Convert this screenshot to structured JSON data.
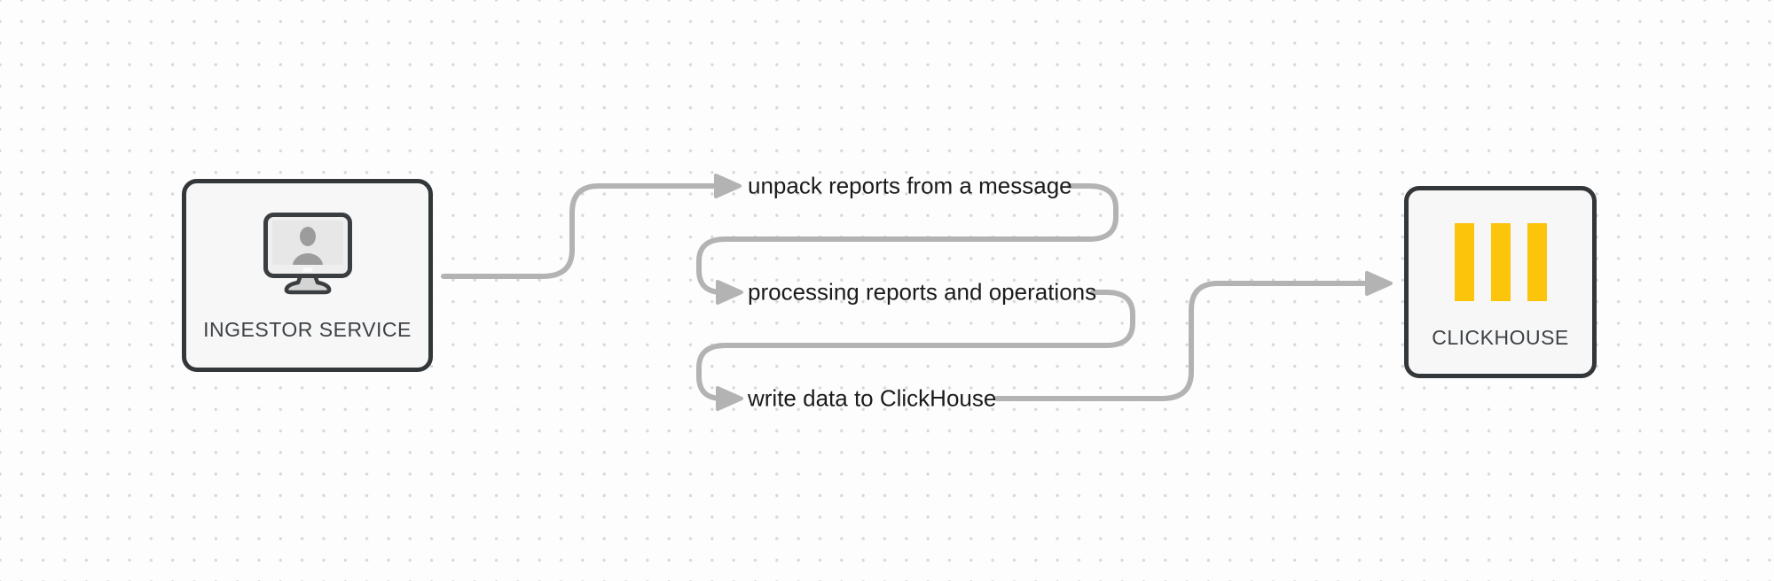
{
  "diagram": {
    "nodes": {
      "ingestor": {
        "label": "INGESTOR SERVICE",
        "icon": "monitor-user-icon"
      },
      "clickhouse": {
        "label": "CLICKHOUSE",
        "icon": "clickhouse-bars-icon"
      }
    },
    "steps": [
      {
        "label": "unpack reports from a message"
      },
      {
        "label": "processing reports and operations"
      },
      {
        "label": "write data to ClickHouse"
      }
    ],
    "colors": {
      "connector_gray": "#b3b3b3",
      "node_border": "#33373a",
      "node_fill": "#f6f7f6",
      "accent_yellow": "#fdc40c",
      "step_text": "#1b1b1b",
      "node_label_text": "#3e4246",
      "background": "#fdfdfd",
      "background_dot": "#d7d7d7",
      "icon_dark": "#3a3e41",
      "icon_person_gray": "#9c9c9c"
    }
  }
}
